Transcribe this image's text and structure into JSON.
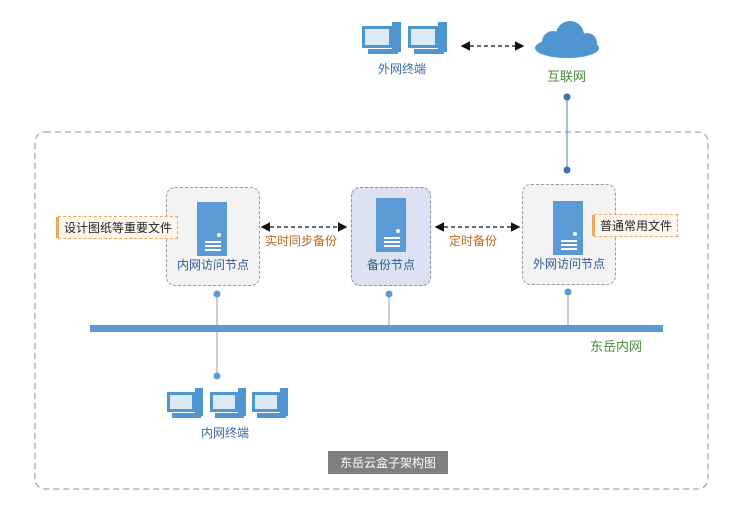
{
  "external_terminals": {
    "label": "外网终端"
  },
  "internet": {
    "label": "互联网"
  },
  "internal_node": {
    "label": "内网访问节点",
    "tag": "设计图纸等重要文件"
  },
  "backup_node": {
    "label": "备份节点"
  },
  "external_node": {
    "label": "外网访问节点",
    "tag": "普通常用文件"
  },
  "links": {
    "realtime_sync": "实时同步备份",
    "scheduled_backup": "定时备份"
  },
  "network": {
    "label": "东岳内网"
  },
  "internal_terminals": {
    "label": "内网终端"
  },
  "caption": "东岳云盒子架构图",
  "colors": {
    "server": "#5b9bd5",
    "bus": "#5b9bd5",
    "cloud": "#4f95d0",
    "tag_border": "#f0a860",
    "caption_bg": "#7f7f7f"
  }
}
